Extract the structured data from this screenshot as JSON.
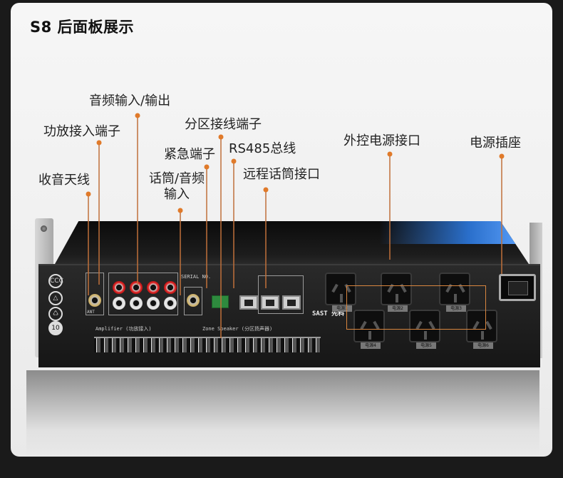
{
  "title": "S8 后面板展示",
  "labels": {
    "audio_io": "音频输入/输出",
    "amp_terminal": "功放接入端子",
    "zone_terminal": "分区接线端子",
    "emergency_terminal": "紧急端子",
    "rs485": "RS485总线",
    "external_power": "外控电源接口",
    "power_socket": "电源插座",
    "radio_antenna": "收音天线",
    "mic_audio_input_l1": "话筒/音频",
    "mic_audio_input_l2": "输入",
    "remote_mic": "远程话筒接口"
  },
  "device": {
    "serial": "SERIAL NO.",
    "ant": "ANT",
    "amplifier": "Amplifier (功放接入)",
    "zone_speaker": "Zone Speaker (分区扬声器)",
    "brand": "SAST 先科",
    "outlets": [
      "电源1",
      "电源2",
      "电源3",
      "电源4",
      "电源5",
      "电源6"
    ]
  },
  "colors": {
    "leader": "#c0703a",
    "dot": "#e07a2a",
    "highlight_box": "#d9863f"
  }
}
